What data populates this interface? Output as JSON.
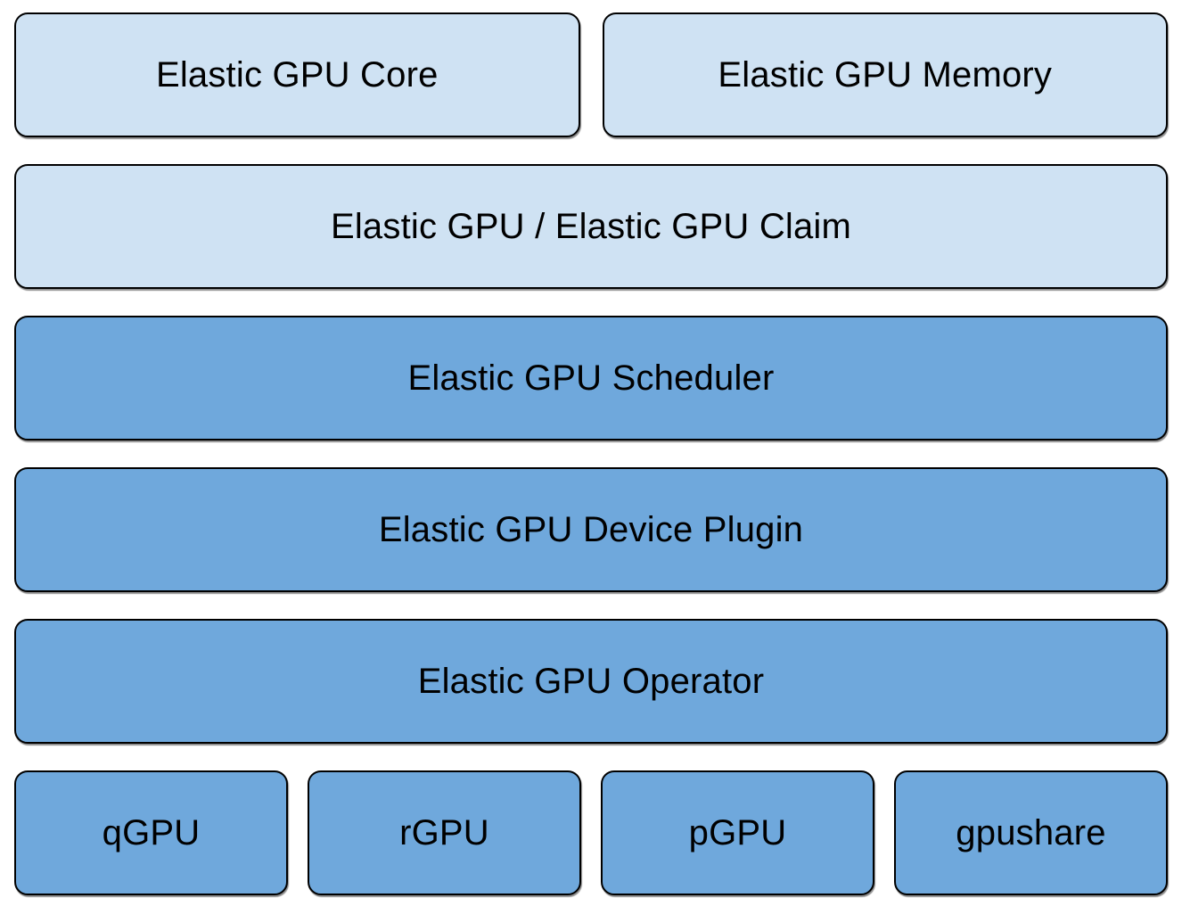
{
  "diagram": {
    "title": "Elastic GPU architecture stack",
    "colors": {
      "light_blue": "#cfe2f3",
      "medium_blue": "#6fa8dc",
      "border": "#000000",
      "background": "#ffffff",
      "text": "#000000"
    },
    "layers": {
      "core": "Elastic GPU Core",
      "memory": "Elastic GPU Memory",
      "claim": "Elastic GPU / Elastic GPU Claim",
      "scheduler": "Elastic GPU Scheduler",
      "device_plugin": "Elastic GPU Device Plugin",
      "operator": "Elastic GPU Operator",
      "backends": [
        "qGPU",
        "rGPU",
        "pGPU",
        "gpushare"
      ]
    }
  }
}
